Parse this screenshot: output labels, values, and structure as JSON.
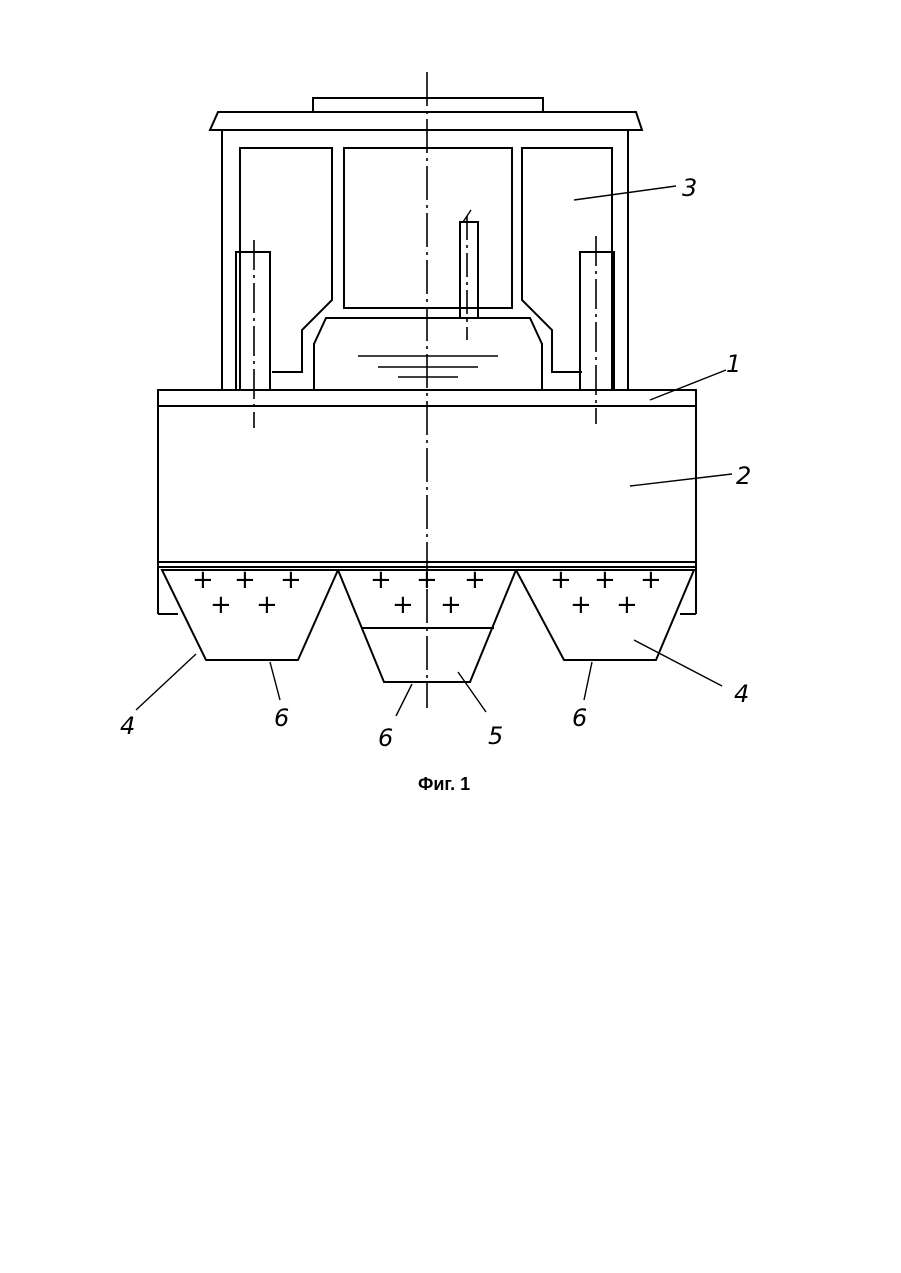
{
  "figure": {
    "caption": "Фиг. 1",
    "callouts": {
      "c1": "1",
      "c2": "2",
      "c3": "3",
      "c4_left": "4",
      "c4_right": "4",
      "c5": "5",
      "c6_left": "6",
      "c6_mid": "6",
      "c6_right": "6"
    },
    "plus_sign": "+"
  }
}
